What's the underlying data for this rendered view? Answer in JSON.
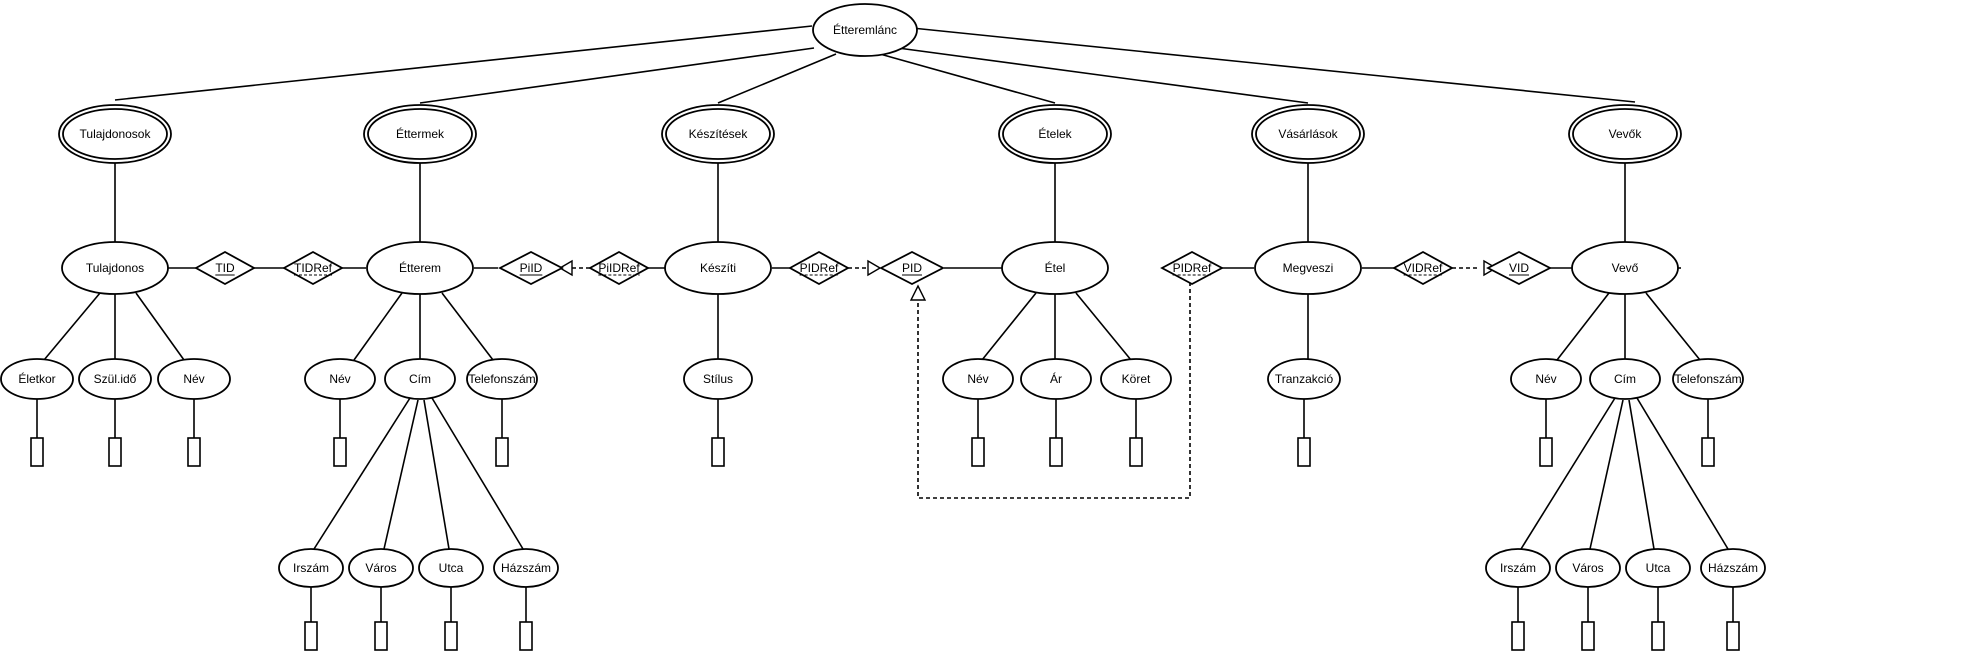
{
  "root": "Étteremlánc",
  "collections": [
    "Tulajdonosok",
    "Éttermek",
    "Készítések",
    "Ételek",
    "Vásárlások",
    "Vevők"
  ],
  "entities": [
    "Tulajdonos",
    "Étterem",
    "Készíti",
    "Étel",
    "Megveszi",
    "Vevő"
  ],
  "keys": {
    "tid": "TID",
    "tidref": "TIDRef",
    "piid": "PiID",
    "piidref": "PiIDRef",
    "pidref_keszit": "PIDRef",
    "pid": "PID",
    "pidref_megvesz": "PIDRef",
    "vidref": "VIDRef",
    "vid": "VID"
  },
  "attributes": {
    "tulajdonos": [
      "Életkor",
      "Szül.idő",
      "Név"
    ],
    "etterem": [
      "Név",
      "Cím",
      "Telefonszám"
    ],
    "etterem_cim": [
      "Irszám",
      "Város",
      "Utca",
      "Házszám"
    ],
    "keszit": [
      "Stílus"
    ],
    "etel": [
      "Név",
      "Ár",
      "Köret"
    ],
    "megveszi": [
      "Tranzakció"
    ],
    "vevo": [
      "Név",
      "Cím",
      "Telefonszám"
    ],
    "vevo_cim": [
      "Irszám",
      "Város",
      "Utca",
      "Házszám"
    ]
  }
}
